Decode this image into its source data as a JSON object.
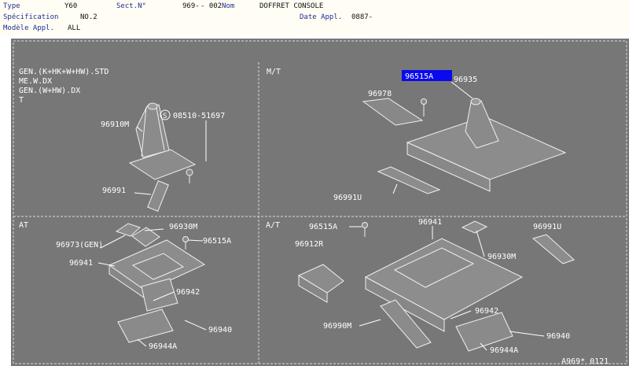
{
  "header": {
    "type_label": "Type",
    "type_value": "Y60",
    "sect_label": "Sect.N°",
    "sect_value_a": "969-",
    "sect_value_b": "- 002",
    "nom_label": "Nom",
    "nom_value": "DOFFRET CONSOLE",
    "spec_label": "Spécification",
    "spec_value": "NO.2",
    "date_label": "Date Appl.",
    "date_value": "0887-",
    "modele_label": "Modèle Appl.",
    "modele_value": "ALL"
  },
  "diagram": {
    "top_left": {
      "lines": [
        "GEN.(K+HK+W+HW).STD",
        "ME.W.DX",
        "GEN.(W+HW).DX",
        "T"
      ],
      "p1": "96910M",
      "p2": "08510-51697",
      "p2_symbol": "S",
      "p3": "96991"
    },
    "top_right": {
      "title": "M/T",
      "highlight": "96515A",
      "p1": "96935",
      "p2": "96978",
      "p3": "96991U"
    },
    "bottom_left": {
      "title": "AT",
      "p1": "96930M",
      "p2": "96973(GEN)",
      "p3": "96515A",
      "p4": "96941",
      "p5": "96942",
      "p6": "96940",
      "p7": "96944A"
    },
    "bottom_right": {
      "title": "A/T",
      "p1": "96515A",
      "p2": "96941",
      "p3": "96991U",
      "p4": "96912R",
      "p5": "96930M",
      "p6": "96942",
      "p7": "96990M",
      "p8": "96940",
      "p9": "96944A"
    },
    "footer_code": "A969* 0121"
  }
}
